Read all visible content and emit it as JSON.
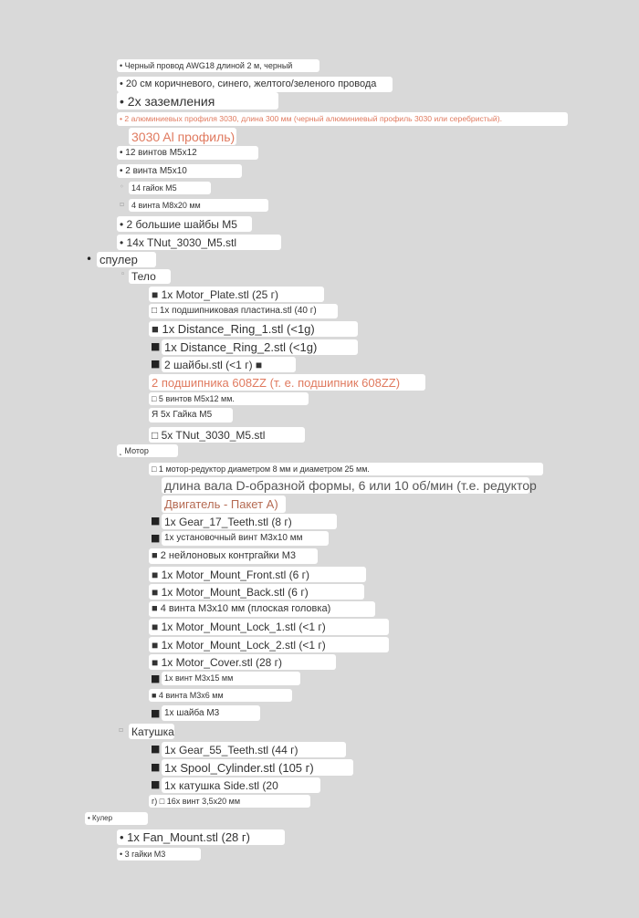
{
  "lines": [
    {
      "text": "• Черный провод AWG18 длиной 2 м, черный"
    },
    {
      "text": "• 20 см коричневого, синего, желтого/зеленого провода"
    },
    {
      "text": "• 2x заземления"
    },
    {
      "text": "• 2 алюминиевых профиля 3030, длина 300 мм (черный алюминиевый профиль 3030 или серебристый)."
    },
    {
      "text": "3030 Al профиль)"
    },
    {
      "text": "• 12 винтов M5x12"
    },
    {
      "text": "• 2 винта M5x10"
    },
    {
      "bullet": "◦",
      "text": "14 гайок M5"
    },
    {
      "bullet": "▫",
      "text": "4 винта M8x20 мм"
    },
    {
      "text": "• 2 большие шайбы M5"
    },
    {
      "text": "• 14x TNut_3030_M5.stl"
    },
    {
      "bullet": "•",
      "text": "спулер"
    },
    {
      "bullet": "◦",
      "text": "Тело"
    },
    {
      "text": "■ 1x Motor_Plate.stl (25 г)"
    },
    {
      "text": "□ 1x подшипниковая пластина.stl (40 г)"
    },
    {
      "text": "■ 1x Distance_Ring_1.stl (<1g)"
    },
    {
      "bullet": "■",
      "text": "1x Distance_Ring_2.stl (<1g)"
    },
    {
      "bullet": "■",
      "text": "2 шайбы.stl (<1 г) ■"
    },
    {
      "text": "2 подшипника 608ZZ (т. е. подшипник 608ZZ)"
    },
    {
      "text": "□ 5 винтов M5x12 мм."
    },
    {
      "text": "Я 5x Гайка M5"
    },
    {
      "text": "□ 5x TNut_3030_M5.stl"
    },
    {
      "text": "˛ Мотор"
    },
    {
      "text": "□ 1 мотор-редуктор диаметром 8 мм и диаметром 25 мм."
    },
    {
      "text": "длина вала D-образной формы, 6 или 10 об/мин (т.е. редуктор"
    },
    {
      "text": "Двигатель - Пакет А)"
    },
    {
      "bullet": "■",
      "text": "1x Gear_17_Teeth.stl (8 г)"
    },
    {
      "bullet": "■",
      "text": "1x установочный винт M3x10 мм"
    },
    {
      "text": "■ 2 нейлоновых контргайки M3"
    },
    {
      "text": "■ 1x Motor_Mount_Front.stl (6 г)"
    },
    {
      "text": "■ 1x Motor_Mount_Back.stl (6 г)"
    },
    {
      "text": "■ 4 винта M3x10 мм (плоская головка)"
    },
    {
      "text": "■ 1x Motor_Mount_Lock_1.stl (<1 г)"
    },
    {
      "text": "■ 1x Motor_Mount_Lock_2.stl (<1 г)"
    },
    {
      "text": "■ 1x Motor_Cover.stl (28 г)"
    },
    {
      "bullet": "■",
      "text": "1x винт M3x15 мм"
    },
    {
      "text": "■ 4 винта M3x6 мм"
    },
    {
      "bullet": "■",
      "text": "1x шайба M3"
    },
    {
      "bullet": "▫",
      "text": "Катушка"
    },
    {
      "bullet": "■",
      "text": "1x Gear_55_Teeth.stl (44 г)"
    },
    {
      "bullet": "■",
      "text": "1x Spool_Cylinder.stl (105 г)"
    },
    {
      "bullet": "■",
      "text": "1x катушка Side.stl (20"
    },
    {
      "text": "г) □ 16x винт 3,5x20 мм"
    },
    {
      "text": "• Кулер"
    },
    {
      "text": "• 1x Fan_Mount.stl (28 г)"
    },
    {
      "text": "• 3 гайки M3"
    }
  ]
}
